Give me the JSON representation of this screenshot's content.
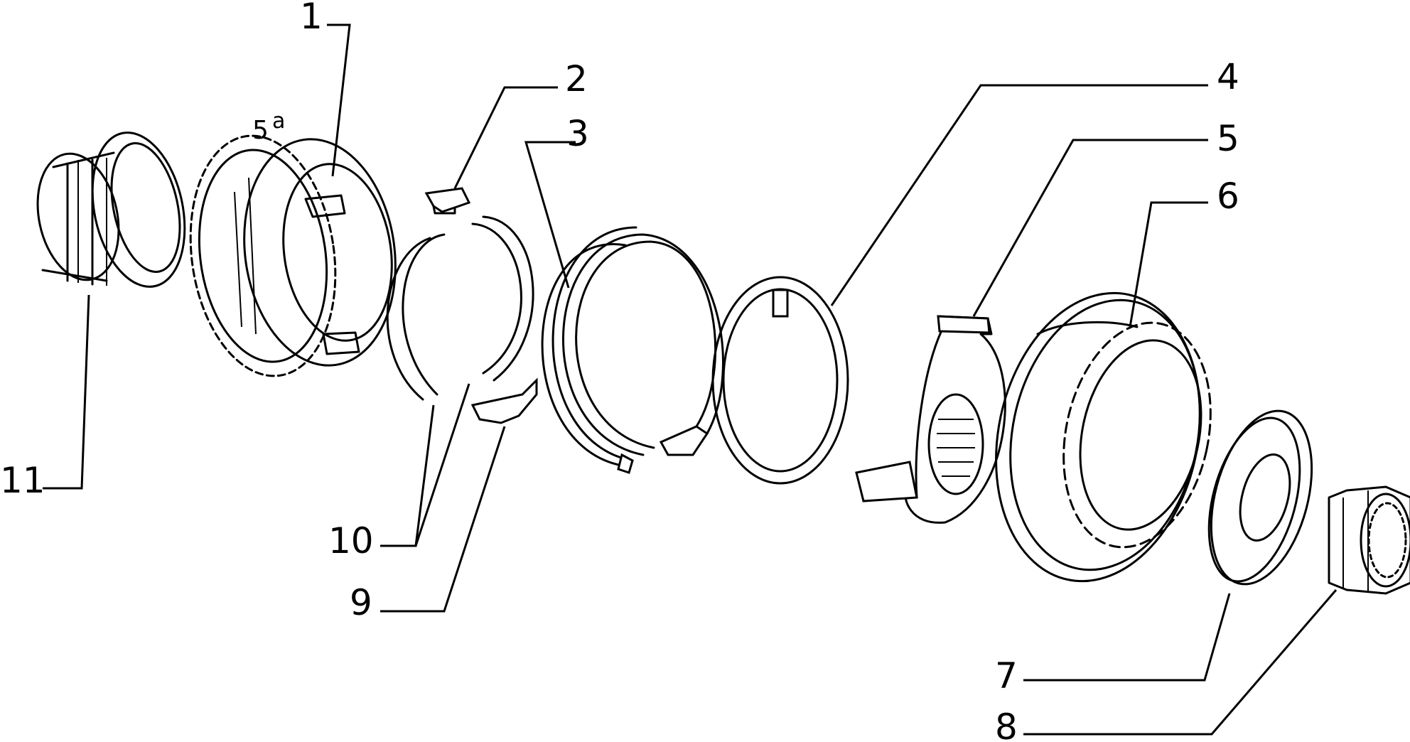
{
  "callouts": {
    "c1": "1",
    "c2": "2",
    "c3": "3",
    "c4": "4",
    "c5": "5",
    "c6": "6",
    "c7": "7",
    "c8": "8",
    "c9": "9",
    "c10": "10",
    "c11": "11"
  },
  "gear_mark": {
    "base": "5",
    "sup": "a"
  }
}
